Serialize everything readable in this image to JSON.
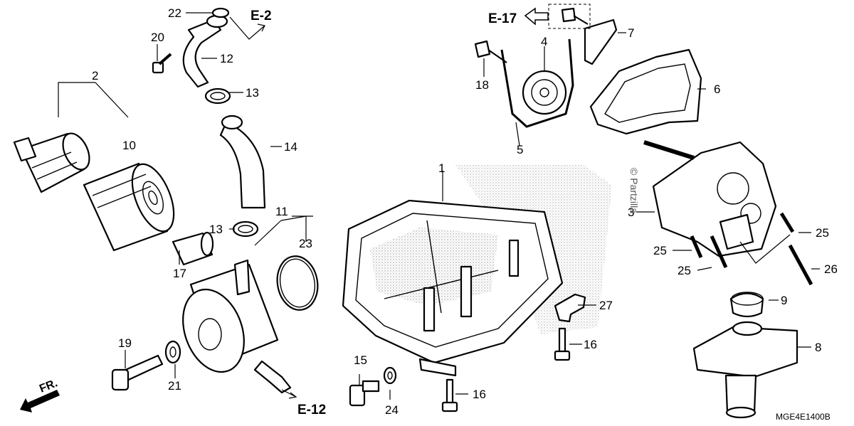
{
  "diagram": {
    "code": "MGE4E1400B",
    "watermark": "© Partzilla",
    "refs": {
      "e2": "E-2",
      "e12": "E-12",
      "e17": "E-17",
      "front": "FR."
    },
    "callouts": {
      "c1": "1",
      "c2": "2",
      "c3": "3",
      "c4": "4",
      "c5": "5",
      "c6": "6",
      "c7": "7",
      "c8": "8",
      "c9": "9",
      "c10": "10",
      "c11": "11",
      "c12": "12",
      "c13a": "13",
      "c13b": "13",
      "c14": "14",
      "c15": "15",
      "c16a": "16",
      "c16b": "16",
      "c17": "17",
      "c18": "18",
      "c19": "19",
      "c20": "20",
      "c21": "21",
      "c22": "22",
      "c23": "23",
      "c24": "24",
      "c25a": "25",
      "c25b": "25",
      "c25c": "25",
      "c26": "26",
      "c27": "27"
    }
  }
}
